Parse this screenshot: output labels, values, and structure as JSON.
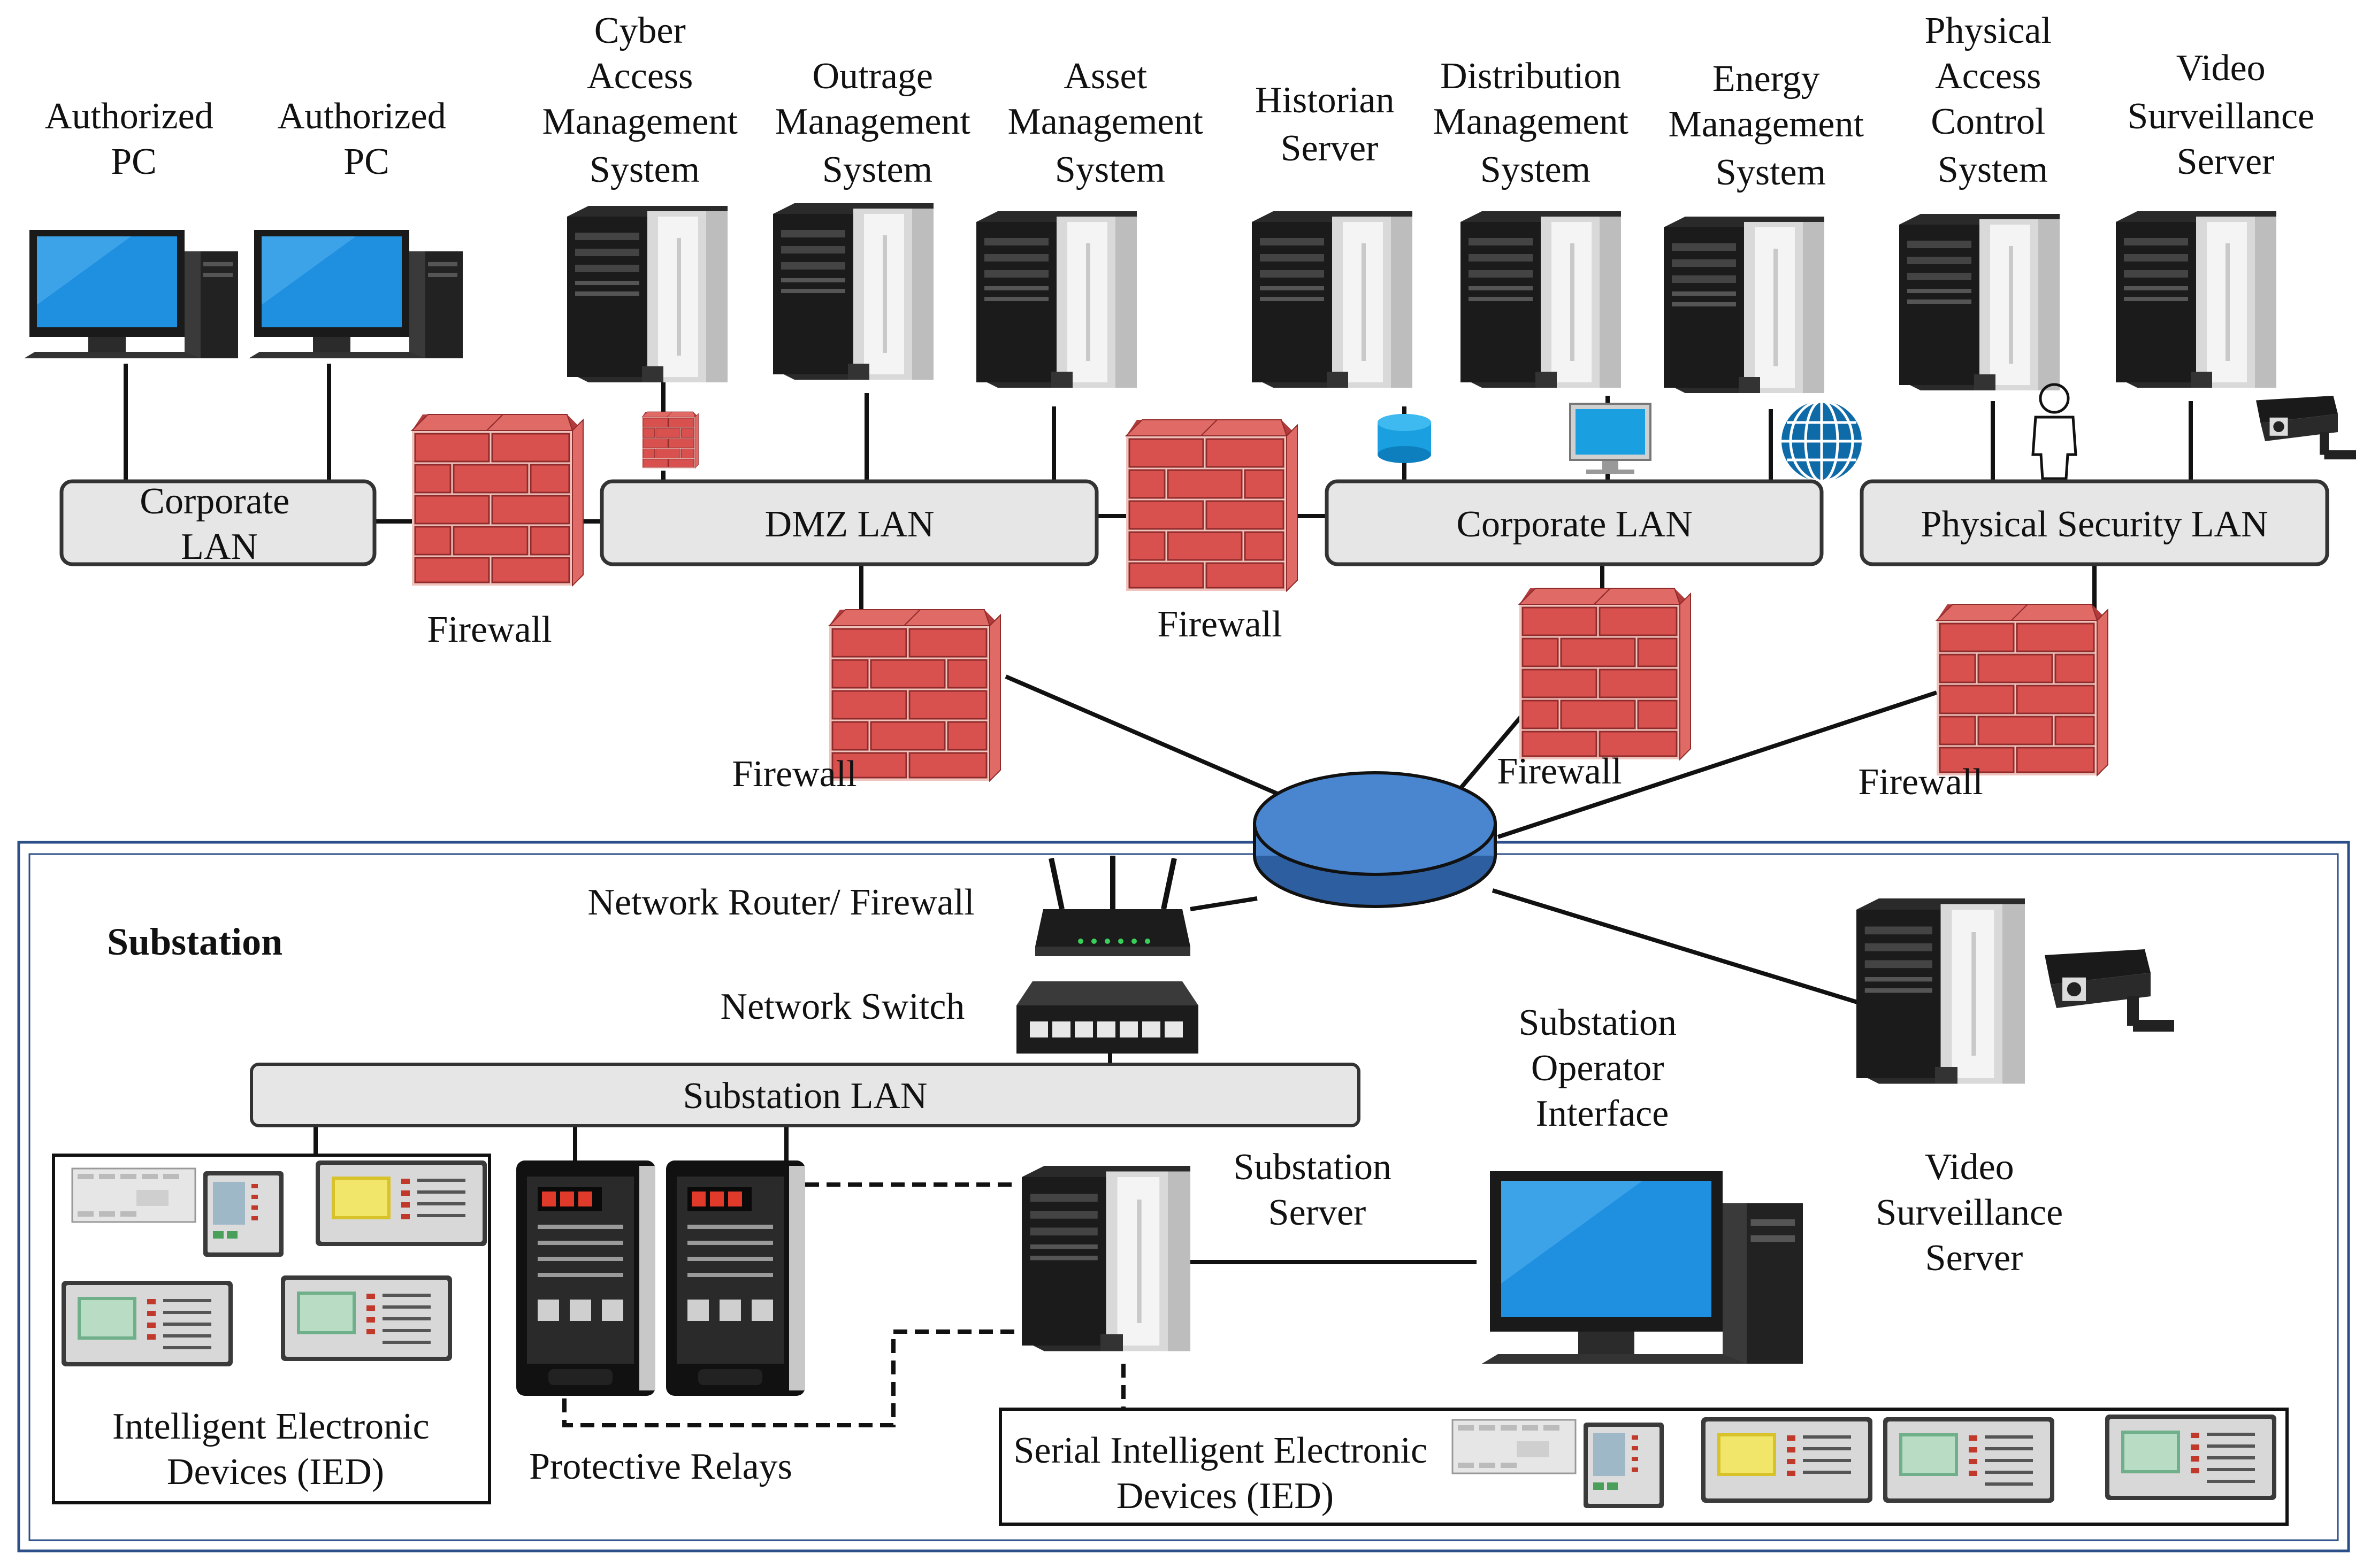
{
  "servers": [
    {
      "lines": [
        "Cyber",
        "Access",
        "Management",
        "System"
      ]
    },
    {
      "lines": [
        "Outrage",
        "Management",
        "System"
      ]
    },
    {
      "lines": [
        "Asset",
        "Management",
        "System"
      ]
    },
    {
      "lines": [
        "Historian",
        "Server"
      ]
    },
    {
      "lines": [
        "Distribution",
        "Management",
        "System"
      ]
    },
    {
      "lines": [
        "Energy",
        "Management",
        "System"
      ]
    },
    {
      "lines": [
        "Physical",
        "Access",
        "Control",
        "System"
      ]
    },
    {
      "lines": [
        "Video",
        "Surveillance",
        "Server"
      ]
    }
  ],
  "pcs": [
    {
      "lines": [
        "Authorized",
        "PC"
      ]
    },
    {
      "lines": [
        "Authorized",
        "PC"
      ]
    }
  ],
  "lans": {
    "corporate_left": [
      "Corporate",
      "LAN"
    ],
    "dmz": "DMZ LAN",
    "corporate": "Corporate LAN",
    "physical_security": "Physical Security LAN",
    "substation": "Substation LAN"
  },
  "firewall_label": "Firewall",
  "substation": {
    "title": "Substation",
    "router": "Network Router/ Firewall",
    "switch": "Network Switch",
    "ied": [
      "Intelligent Electronic",
      "Devices (IED)"
    ],
    "relays": "Protective Relays",
    "server": [
      "Substation",
      "Server"
    ],
    "operator": [
      "Substation",
      "Operator",
      "Interface"
    ],
    "video": [
      "Video",
      "Surveillance",
      "Server"
    ],
    "serial_ied": [
      "Serial Intelligent Electronic",
      "Devices (IED)"
    ]
  },
  "colors": {
    "lan_fill": "#e6e6e6",
    "brick": "#d9514e",
    "mortar": "#f3c9c4",
    "router_disc": "#4a86cf",
    "substation_border": "#2c4f8a",
    "screen": "#1f8fe0"
  }
}
